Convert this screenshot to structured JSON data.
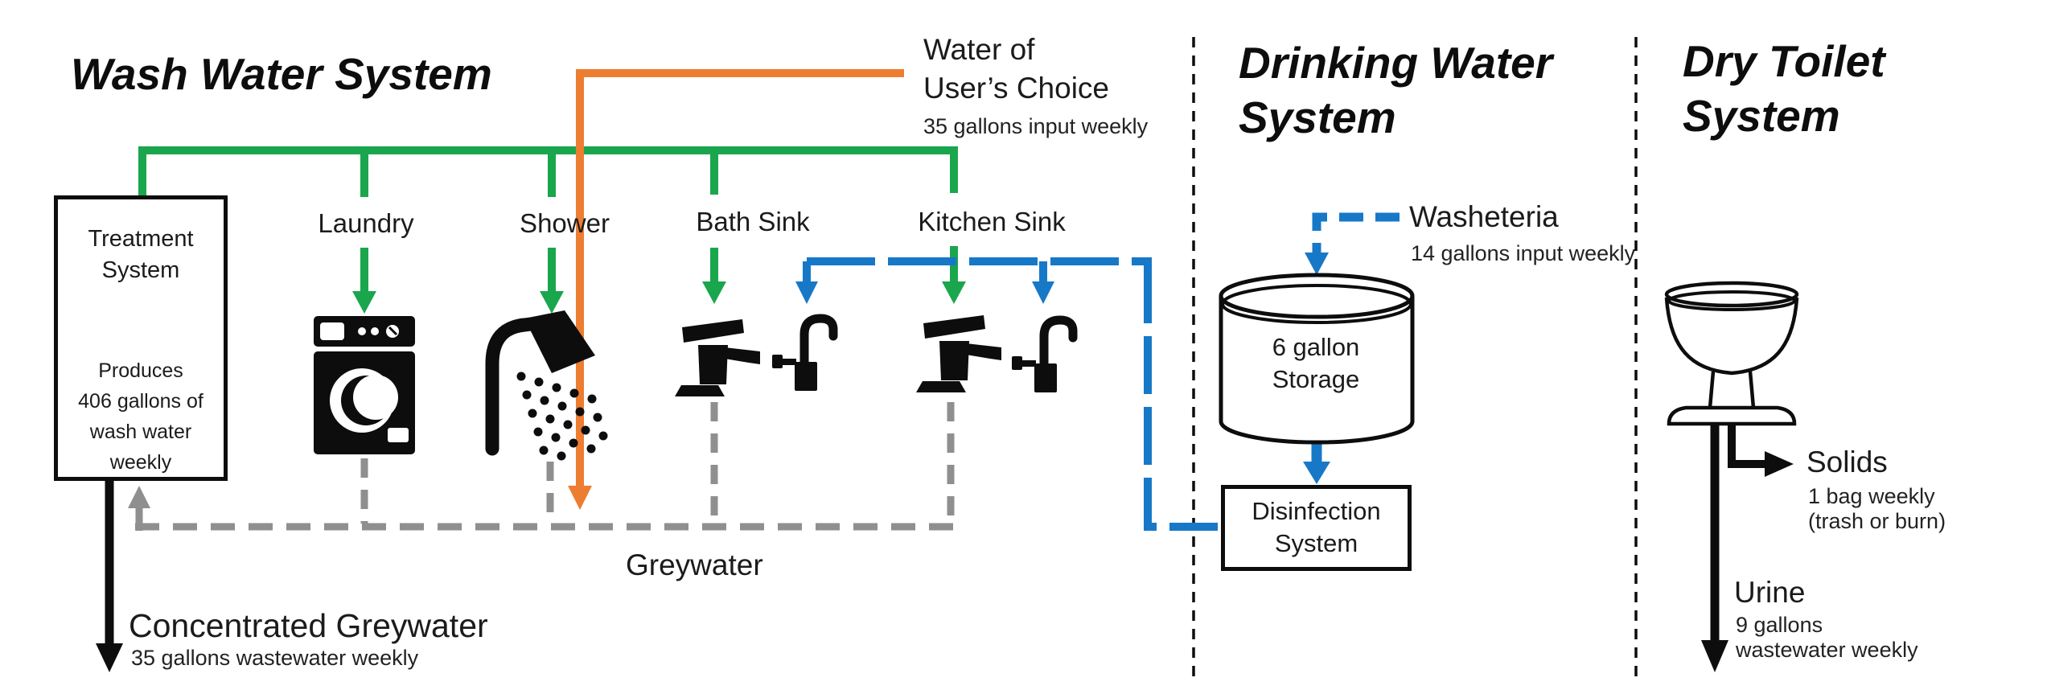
{
  "sections": {
    "wash": {
      "title": "Wash Water System"
    },
    "drinking": {
      "title_line1": "Drinking Water",
      "title_line2": "System"
    },
    "dry": {
      "title_line1": "Dry Toilet",
      "title_line2": "System"
    }
  },
  "colors": {
    "green": "#1AA64D",
    "orange": "#ED7D31",
    "blue": "#1878C8",
    "gray": "#8F8F8F",
    "black": "#0D0D0D"
  },
  "treatment": {
    "name_line1": "Treatment",
    "name_line2": "System",
    "produces_lines": [
      "Produces",
      "406 gallons of",
      "wash water",
      "weekly"
    ]
  },
  "appliances": {
    "laundry": "Laundry",
    "shower": "Shower",
    "bath_sink": "Bath Sink",
    "kitchen_sink": "Kitchen Sink"
  },
  "water_of_choice": {
    "line1": "Water of",
    "line2": "User’s Choice",
    "subtitle": "35 gallons input weekly"
  },
  "greywater_label": "Greywater",
  "concentrated": {
    "label": "Concentrated Greywater",
    "subtitle": "35 gallons wastewater weekly"
  },
  "washeteria": {
    "label": "Washeteria",
    "subtitle": "14 gallons input weekly"
  },
  "storage": {
    "line1": "6 gallon",
    "line2": "Storage"
  },
  "disinfection": {
    "line1": "Disinfection",
    "line2": "System"
  },
  "solids": {
    "label": "Solids",
    "sub1": "1 bag weekly",
    "sub2": "(trash or burn)"
  },
  "urine": {
    "label": "Urine",
    "sub1": "9 gallons",
    "sub2": "wastewater weekly"
  },
  "icons": {
    "washing_machine": "washing-machine-icon",
    "shower_head": "shower-icon",
    "bath_faucet": "faucet-icon",
    "bath_gooseneck": "gooseneck-faucet-icon",
    "kitchen_faucet": "faucet-icon",
    "kitchen_gooseneck": "gooseneck-faucet-icon",
    "storage_tank": "storage-cylinder-icon",
    "dry_toilet": "toilet-icon"
  }
}
